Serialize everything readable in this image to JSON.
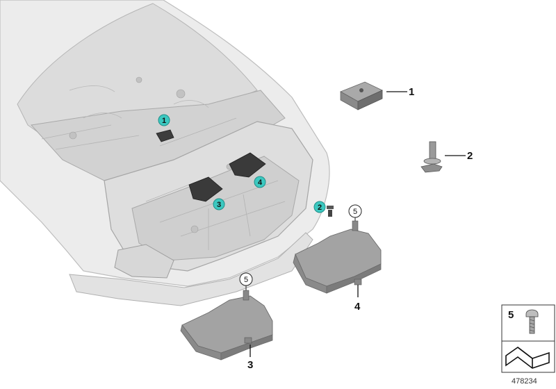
{
  "diagram": {
    "callouts": [
      {
        "id": "1",
        "label": "1"
      },
      {
        "id": "2",
        "label": "2"
      },
      {
        "id": "3",
        "label": "3"
      },
      {
        "id": "4",
        "label": "4"
      }
    ],
    "position_markers": [
      {
        "id": "m1",
        "label": "1"
      },
      {
        "id": "m2",
        "label": "2"
      },
      {
        "id": "m3",
        "label": "3"
      },
      {
        "id": "m4",
        "label": "4"
      }
    ],
    "screw_refs": [
      {
        "id": "r5a",
        "label": "5"
      },
      {
        "id": "r5b",
        "label": "5"
      }
    ],
    "legend_box": {
      "label": "5"
    },
    "diagram_number": "478234",
    "colors": {
      "marker_fill": "#3cc8c0",
      "body_fill": "#e6e6e6",
      "body_stroke": "#b9b9b9",
      "part_fill": "#9a9a9a",
      "part_dark": "#4a4a4a"
    }
  }
}
